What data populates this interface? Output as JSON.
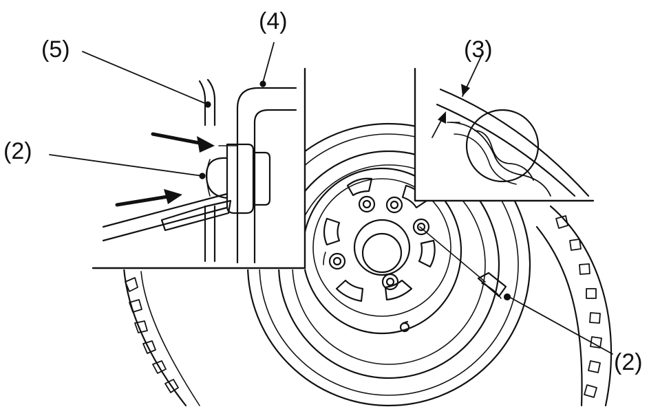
{
  "labels": {
    "top_left": "(5)",
    "top_center": "(4)",
    "top_right": "(3)",
    "left": "(2)",
    "bottom_right": "(2)"
  },
  "colors": {
    "ink": "#111111",
    "background": "#ffffff"
  }
}
